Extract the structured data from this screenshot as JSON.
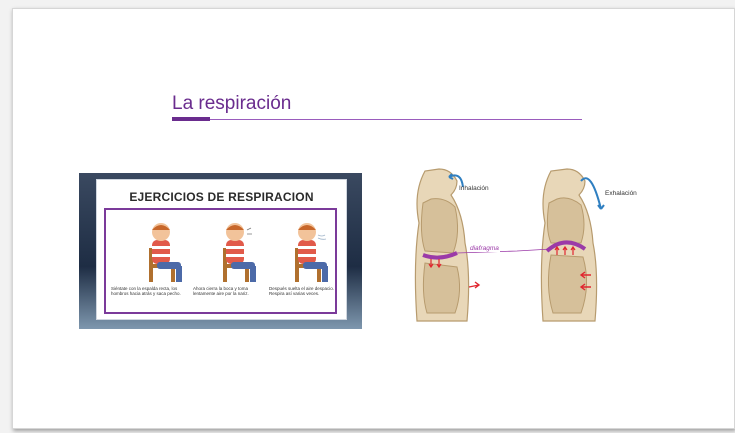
{
  "slide": {
    "title": "La respiración"
  },
  "exercise_card": {
    "heading": "EJERCICIOS DE RESPIRACION",
    "captions": [
      "Siéntate con la espalda recta, los hombros hacia atrás y saca pecho.",
      "Ahora cierra la boca y toma lentamente aire por la nariz.",
      "Después suelta el aire despacio. Respira así varias veces."
    ]
  },
  "breathing_diagram": {
    "inhale_label": "Inhalación",
    "exhale_label": "Exhalación",
    "diaphragm_label": "diafragma"
  },
  "colors": {
    "title": "#6a2c8e",
    "frame": "#7b3a9a",
    "airflow": "#2f7fc1",
    "diaphragm": "#9b3aa8",
    "arrows": "#e0262f",
    "body": "#e8d7b8"
  }
}
